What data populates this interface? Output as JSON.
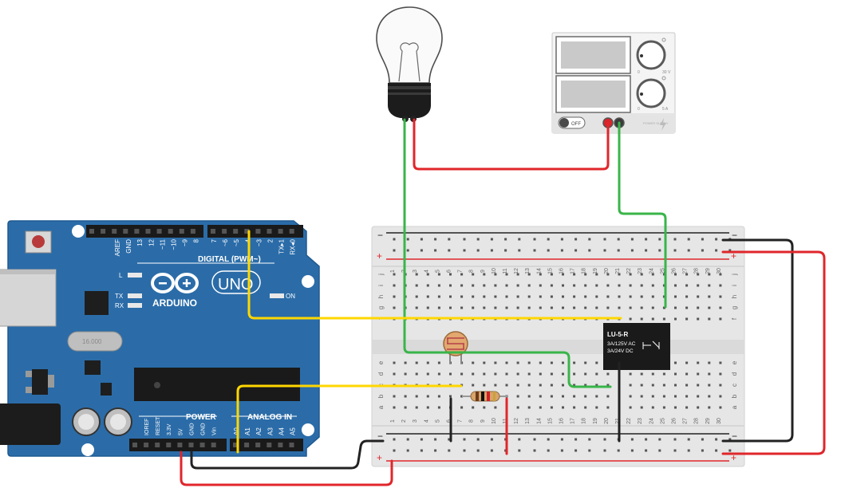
{
  "arduino": {
    "brand": "ARDUINO",
    "model": "UNO",
    "digital_label": "DIGITAL (PWM~)",
    "power_label": "POWER",
    "analog_label": "ANALOG IN",
    "on_label": "ON",
    "l_label": "L",
    "tx_label": "TX",
    "rx_label": "RX",
    "crystal_label": "16.000",
    "top_pins": [
      "AREF",
      "GND",
      "13",
      "12",
      "~11",
      "~10",
      "~9",
      "8",
      "7",
      "~6",
      "~5",
      "4",
      "~3",
      "2",
      "TX▸1",
      "RX◂0"
    ],
    "power_pins": [
      "IOREF",
      "RESET",
      "3.3V",
      "5V",
      "GND",
      "GND",
      "Vin"
    ],
    "analog_pins": [
      "A0",
      "A1",
      "A2",
      "A3",
      "A4",
      "A5"
    ]
  },
  "power_supply": {
    "off_label": "OFF",
    "voltage_label": "30 V",
    "current_label": "5 A",
    "zero_label": "0",
    "brand_label": "POWER SUPPLY"
  },
  "relay": {
    "name": "LU-5-R",
    "rating_ac": "3A/125V AC",
    "rating_dc": "3A/24V DC"
  },
  "breadboard": {
    "minus": "−",
    "plus": "+",
    "top_rows": [
      "j",
      "i",
      "h",
      "g",
      "f"
    ],
    "bottom_rows": [
      "e",
      "d",
      "c",
      "b",
      "a"
    ],
    "column_numbers": [
      "1",
      "2",
      "3",
      "4",
      "5",
      "6",
      "7",
      "8",
      "9",
      "10",
      "11",
      "12",
      "13",
      "14",
      "15",
      "16",
      "17",
      "18",
      "19",
      "20",
      "21",
      "22",
      "23",
      "24",
      "25",
      "26",
      "27",
      "28",
      "29",
      "30"
    ]
  },
  "colors": {
    "arduino_blue": "#2b6ca8",
    "wire_red": "#e0262b",
    "wire_green": "#39b54a",
    "wire_yellow": "#ffd700",
    "wire_black": "#222222"
  }
}
